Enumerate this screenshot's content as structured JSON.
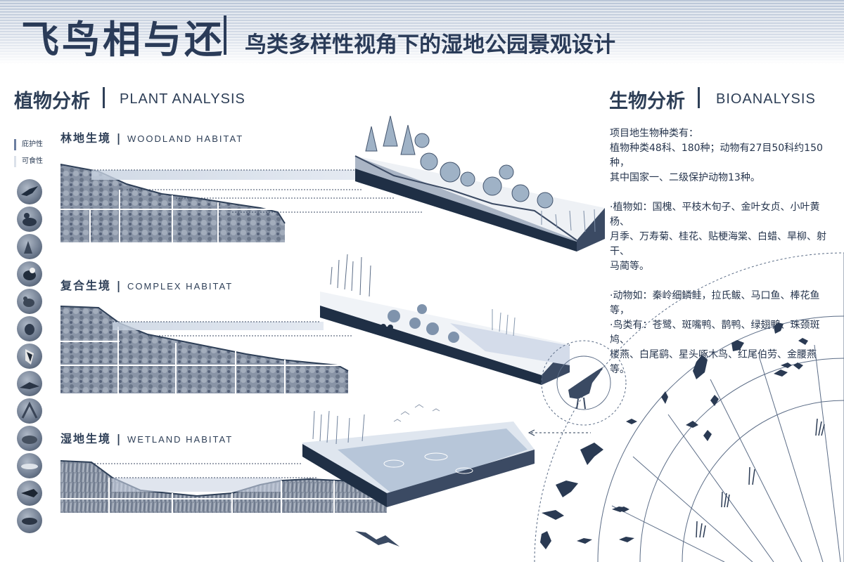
{
  "header": {
    "main_title": "飞鸟相与还",
    "subtitle": "鸟类多样性视角下的湿地公园景观设计"
  },
  "plant_analysis": {
    "title_cn": "植物分析",
    "title_en": "PLANT ANALYSIS",
    "legend": [
      "庇护性",
      "可食性"
    ],
    "habitats": [
      {
        "cn": "林地生境",
        "en": "WOODLAND HABITAT"
      },
      {
        "cn": "复合生境",
        "en": "COMPLEX HABITAT"
      },
      {
        "cn": "湿地生境",
        "en": "WETLAND HABITAT"
      }
    ]
  },
  "bio_analysis": {
    "title_cn": "生物分析",
    "title_en": "BIOANALYSIS",
    "lines": [
      "项目地生物种类有：",
      "植物种类48科、180种；动物有27目50科约150种，",
      "其中国家一、二级保护动物13种。",
      "",
      "·植物如：国槐、平枝木旬子、金叶女贞、小叶黄杨、",
      "月季、万寿菊、桂花、贴梗海棠、白蜡、旱柳、射干、",
      "马蔺等。",
      "",
      "·动物如：秦岭细鳞鲑，拉氏鲅、马口鱼、棒花鱼等，",
      "·鸟类有：苍鹭、斑嘴鸭、鹊鸭、绿翅鸭、珠颈斑鸠、",
      "楼燕、白尾鹞、星头啄木鸟、红尾伯劳、金腰燕等。"
    ]
  },
  "colors": {
    "primary": "#2e3f57",
    "header_band": "#b9c5d7",
    "water": "#c9d4e4"
  },
  "icons": [
    "bird-silhouette-icon",
    "fish-silhouette-icon",
    "reed-silhouette-icon",
    "egret-icon"
  ]
}
